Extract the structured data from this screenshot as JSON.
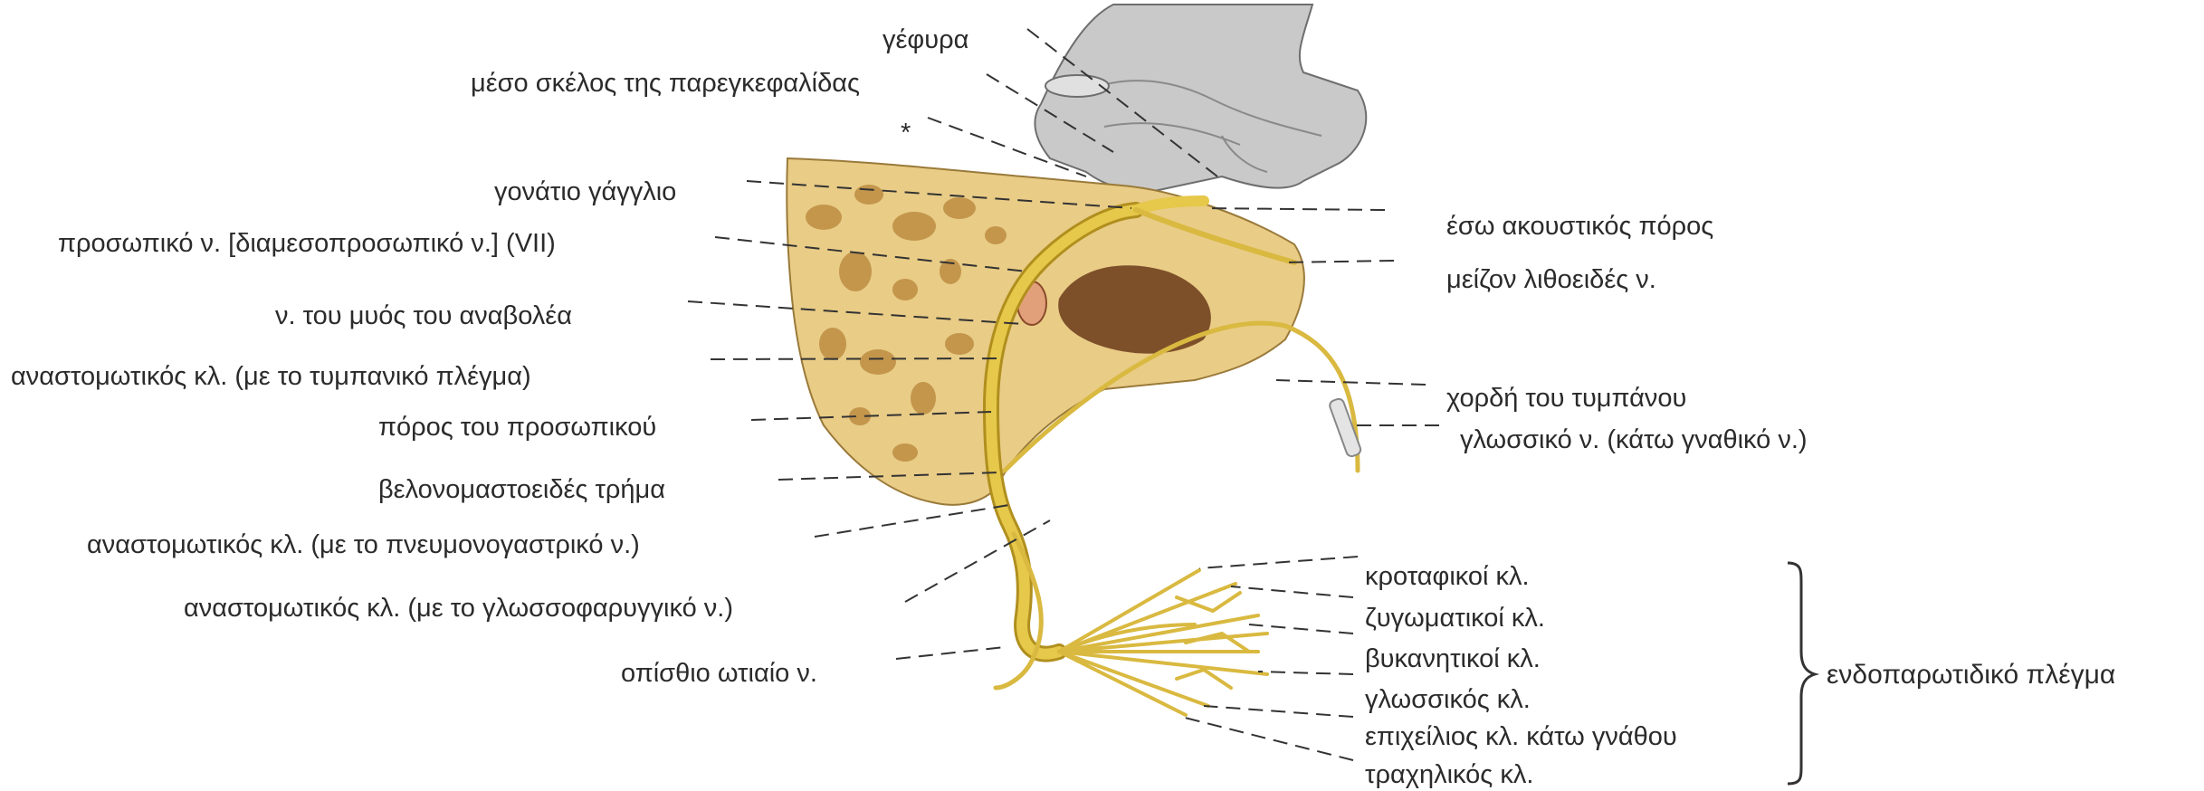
{
  "labels_left": [
    {
      "id": "gefyra",
      "text": "γέφυρα"
    },
    {
      "id": "meso-skelos",
      "text": "μέσο σκέλος της παρεγκεφαλίδας"
    },
    {
      "id": "asterisk",
      "text": "*"
    },
    {
      "id": "gonatio",
      "text": "γονάτιο γάγγλιο"
    },
    {
      "id": "prosopiko",
      "text": "προσωπικό ν. [διαμεσοπροσωπικό  ν.] (VII)"
    },
    {
      "id": "anavolea",
      "text": "ν. του μυός του αναβολέα"
    },
    {
      "id": "anast-tympan",
      "text": "αναστομωτικός κλ. (με το τυμπανικό πλέγμα)"
    },
    {
      "id": "poros-pros",
      "text": "πόρος του προσωπικού"
    },
    {
      "id": "velonomast",
      "text": "βελονομαστοειδές τρήμα"
    },
    {
      "id": "anast-pneum",
      "text": "αναστομωτικός κλ. (με το πνευμονογαστρικό ν.)"
    },
    {
      "id": "anast-gloss",
      "text": "αναστομωτικός κλ. (με το γλωσσοφαρυγγικό ν.)"
    },
    {
      "id": "opisthio",
      "text": "οπίσθιο ωτιαίο ν."
    }
  ],
  "labels_right": [
    {
      "id": "eso-akoust",
      "text": "έσω ακουστικός πόρος"
    },
    {
      "id": "meizon",
      "text": "μείζον λιθοειδές ν."
    },
    {
      "id": "chordi",
      "text": "χορδή του τυμπάνου"
    },
    {
      "id": "glossiko",
      "text": "γλωσσικό ν. (κάτω γναθικό ν.)"
    }
  ],
  "branches": [
    {
      "id": "krotafikoi",
      "text": "κροταφικοί κλ."
    },
    {
      "id": "zygomatikoi",
      "text": "ζυγωματικοί κλ."
    },
    {
      "id": "vykanitikoi",
      "text": "βυκανητικοί κλ."
    },
    {
      "id": "glossikos",
      "text": "γλωσσικός κλ."
    },
    {
      "id": "epicheilios",
      "text": "επιχείλιος κλ. κάτω γνάθου"
    },
    {
      "id": "trachilikos",
      "text": "τραχηλικός κλ."
    }
  ],
  "brace_label": "ενδοπαρωτιδικό πλέγμα",
  "colors": {
    "nerve": "#e6c84a",
    "bone": "#e8c880",
    "brain": "#b8b8b8",
    "text": "#2b2b2b"
  }
}
